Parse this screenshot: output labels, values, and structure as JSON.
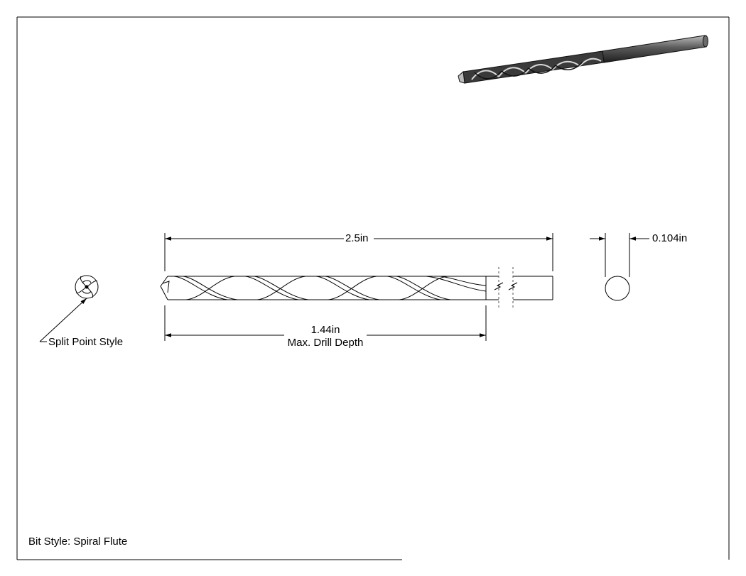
{
  "dimensions": {
    "overall_length": "2.5in",
    "diameter": "0.104in",
    "drill_depth_value": "1.44in",
    "drill_depth_caption": "Max. Drill Depth"
  },
  "callouts": {
    "point_style": "Split Point Style"
  },
  "notes": {
    "bit_style": "Bit Style: Spiral Flute"
  },
  "colors": {
    "line": "#000000",
    "shading_dark": "#2a2a2a",
    "shading_light": "#8a8a8a"
  }
}
